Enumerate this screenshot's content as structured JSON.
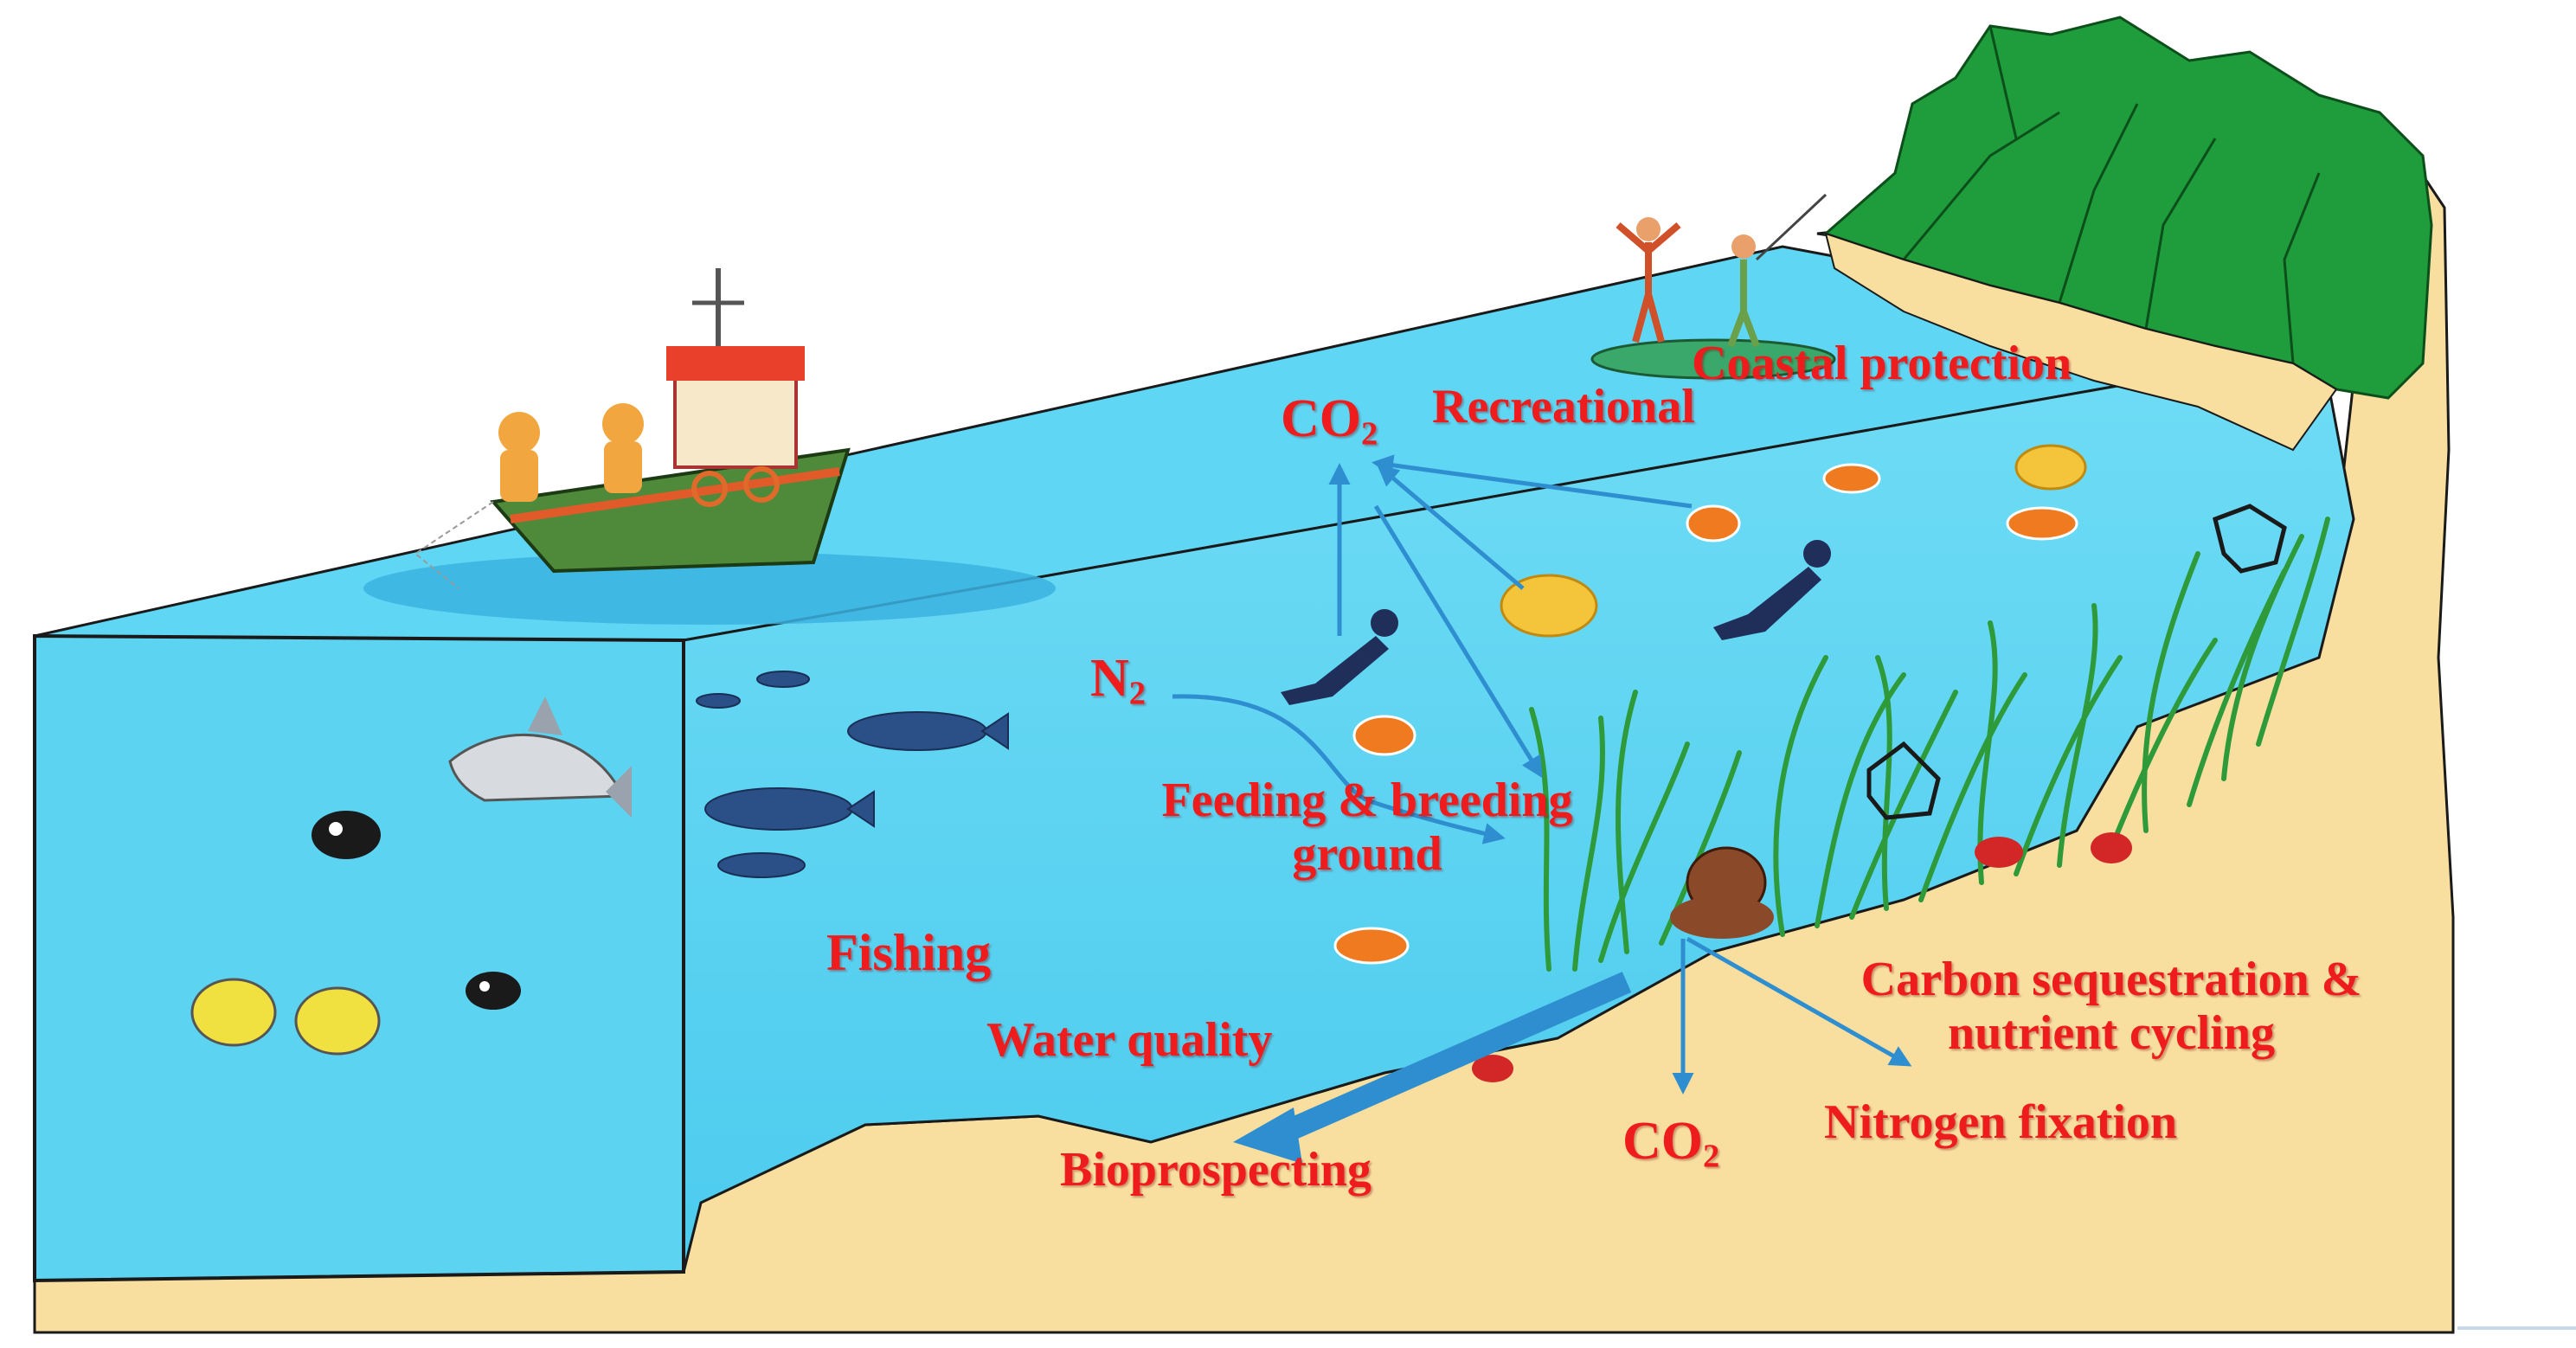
{
  "labels": {
    "coastal_protection": "Coastal protection",
    "recreational": "Recreational",
    "co2_top": "CO",
    "co2_top_sub": "2",
    "n2": "N",
    "n2_sub": "2",
    "feeding_line1": "Feeding & breeding",
    "feeding_line2": "ground",
    "fishing": "Fishing",
    "water_quality": "Water quality",
    "bioprospecting": "Bioprospecting",
    "co2_bottom": "CO",
    "co2_bottom_sub": "2",
    "carbon_line1": "Carbon sequestration &",
    "carbon_line2": "nutrient cycling",
    "nitrogen_fixation": "Nitrogen fixation"
  },
  "colors": {
    "label_red": "#ee1c1c",
    "water": "#5cd3f2",
    "water_deep": "#3fbde6",
    "sand": "#f8dfa0",
    "forest": "#1f9c3b",
    "arrow_blue": "#2f8ecf",
    "seagrass": "#2e9a3a",
    "boat_hull": "#4f8a3a"
  }
}
